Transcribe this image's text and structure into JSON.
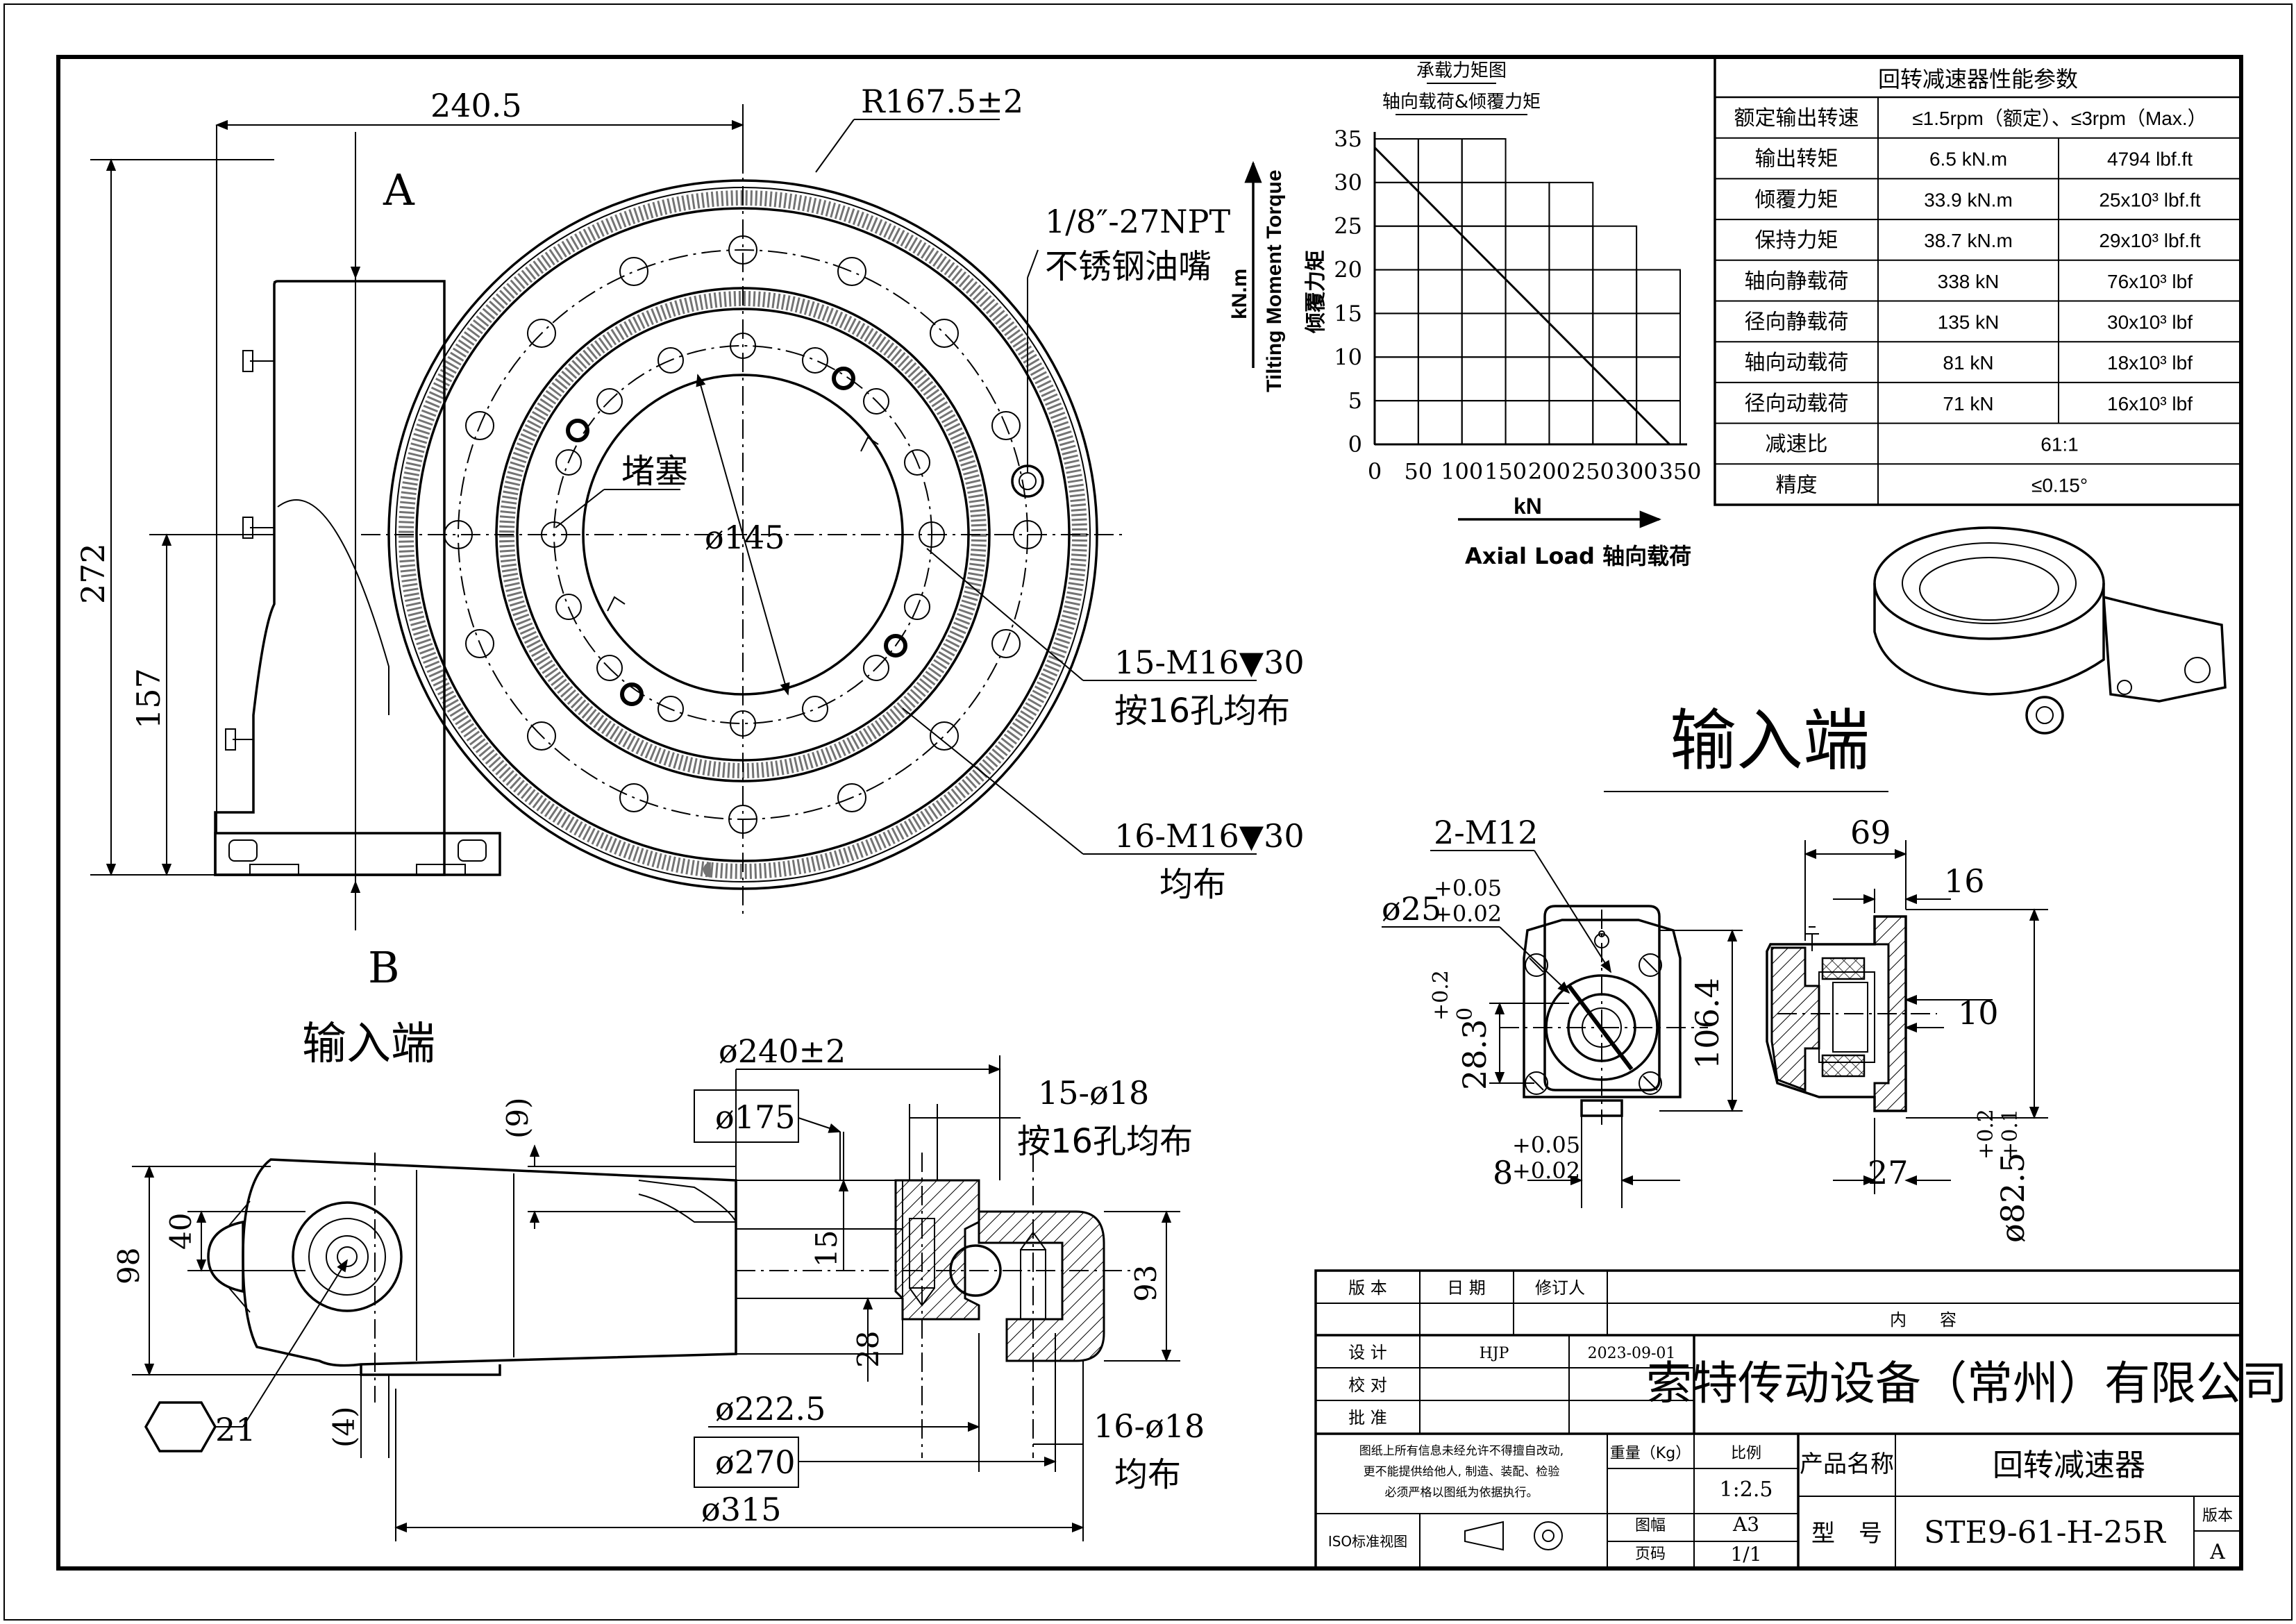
{
  "front_view": {
    "dims": {
      "width_240_5": "240.5",
      "radius": "R167.5±2",
      "height_272": "272",
      "height_157": "157",
      "bore": "ø145"
    },
    "section_a": "A",
    "section_b": "B",
    "input_end": "输入端",
    "callouts": {
      "grease_nipple_1": "1/8″-27NPT",
      "grease_nipple_2": "不锈钢油嘴",
      "plug": "堵塞",
      "holes_inner_1": "15-M16▼30",
      "holes_inner_2": "按16孔均布",
      "holes_outer_1": "16-M16▼30",
      "holes_outer_2": "均布"
    }
  },
  "chart_title": "承载力矩图",
  "chart_subtitle": "轴向载荷&倾覆力矩",
  "chart_data": {
    "type": "line",
    "title": "承载力矩图",
    "subtitle": "轴向载荷&倾覆力矩",
    "xlabel_unit": "kN",
    "xlabel": "Axial Load 轴向载荷",
    "ylabel_unit": "kN.m",
    "ylabel_en": "Tilting Moment Torque",
    "ylabel_cn": "倾覆力矩",
    "xlim": [
      0,
      350
    ],
    "ylim": [
      0,
      35
    ],
    "x_ticks": [
      "0",
      "50",
      "100",
      "150",
      "200",
      "250",
      "300",
      "350"
    ],
    "y_ticks": [
      "0",
      "5",
      "10",
      "15",
      "20",
      "25",
      "30",
      "35"
    ],
    "grid": true,
    "steps": [
      {
        "x0": 0,
        "x1": 50,
        "ymax": 35
      },
      {
        "x0": 50,
        "x1": 100,
        "ymax": 35
      },
      {
        "x0": 100,
        "x1": 150,
        "ymax": 35
      },
      {
        "x0": 150,
        "x1": 200,
        "ymax": 30
      },
      {
        "x0": 200,
        "x1": 250,
        "ymax": 30
      },
      {
        "x0": 250,
        "x1": 300,
        "ymax": 25
      },
      {
        "x0": 300,
        "x1": 350,
        "ymax": 20
      }
    ],
    "series": [
      {
        "points": [
          [
            0,
            34
          ],
          [
            338,
            0
          ]
        ]
      }
    ]
  },
  "perf_table": {
    "title": "回转减速器性能参数",
    "rows": [
      {
        "label": "额定输出转速",
        "v1": "≤1.5rpm（额定）、≤3rpm（Max.）",
        "v2": ""
      },
      {
        "label": "输出转矩",
        "v1": "6.5 kN.m",
        "v2": "4794 lbf.ft"
      },
      {
        "label": "倾覆力矩",
        "v1": "33.9 kN.m",
        "v2": "25x10³ lbf.ft"
      },
      {
        "label": "保持力矩",
        "v1": "38.7 kN.m",
        "v2": "29x10³ lbf.ft"
      },
      {
        "label": "轴向静载荷",
        "v1": "338 kN",
        "v2": "76x10³ lbf"
      },
      {
        "label": "径向静载荷",
        "v1": "135 kN",
        "v2": "30x10³ lbf"
      },
      {
        "label": "轴向动载荷",
        "v1": "81 kN",
        "v2": "18x10³ lbf"
      },
      {
        "label": "径向动载荷",
        "v1": "71 kN",
        "v2": "16x10³ lbf"
      },
      {
        "label": "减速比",
        "v1": "61:1",
        "v2": ""
      },
      {
        "label": "精度",
        "v1": "≤0.15°",
        "v2": ""
      }
    ]
  },
  "input_view": {
    "title": "输入端",
    "dims": {
      "m12": "2-M12",
      "d25": "ø25",
      "d25_tol_up": "+0.05",
      "d25_tol_dn": "+0.02",
      "h28": "28.3",
      "h28_tol_up": "+0.2",
      "h28_tol_dn": "0",
      "h106": "106.4",
      "w8": "8",
      "w8_tol_up": "+0.05",
      "w8_tol_dn": "+0.02",
      "d69": "69",
      "d16": "16",
      "d10": "10",
      "d27": "27",
      "d82": "ø82.5",
      "d82_tol_up": "+0.2",
      "d82_tol_dn": "+0.1"
    }
  },
  "side_view": {
    "dims": {
      "d240": "ø240±2",
      "d175": "ø175",
      "d9": "(9)",
      "h40": "40",
      "h98": "98",
      "h15": "15",
      "h28": "28",
      "h93": "93",
      "hex21": "21",
      "d4": "(4)",
      "d222": "ø222.5",
      "d270": "ø270",
      "d315": "ø315",
      "holes_a_1": "15-ø18",
      "holes_a_2": "按16孔均布",
      "holes_b_1": "16-ø18",
      "holes_b_2": "均布"
    }
  },
  "title_block": {
    "rev_h": "版 本",
    "date_h": "日 期",
    "reviser_h": "修订人",
    "content_h": "内　　容",
    "design": "设 计",
    "designer": "HJP",
    "design_date": "2023-09-01",
    "check": "校 对",
    "approve": "批 准",
    "company": "索特传动设备（常州）有限公司",
    "notice_1": "图纸上所有信息未经允许不得擅自改动,",
    "notice_2": "更不能提供给他人, 制造、装配、检验",
    "notice_3": "必须严格以图纸为依据执行。",
    "weight": "重量（Kg）",
    "scale_h": "比例",
    "scale": "1:2.5",
    "product_h": "产品名称",
    "product": "回转减速器",
    "iso": "ISO标准视图",
    "paper_h": "图幅",
    "paper": "A3",
    "page_h": "页码",
    "page": "1/1",
    "model_h": "型　号",
    "model": "STE9-61-H-25R",
    "version_h": "版本",
    "version": "A"
  }
}
